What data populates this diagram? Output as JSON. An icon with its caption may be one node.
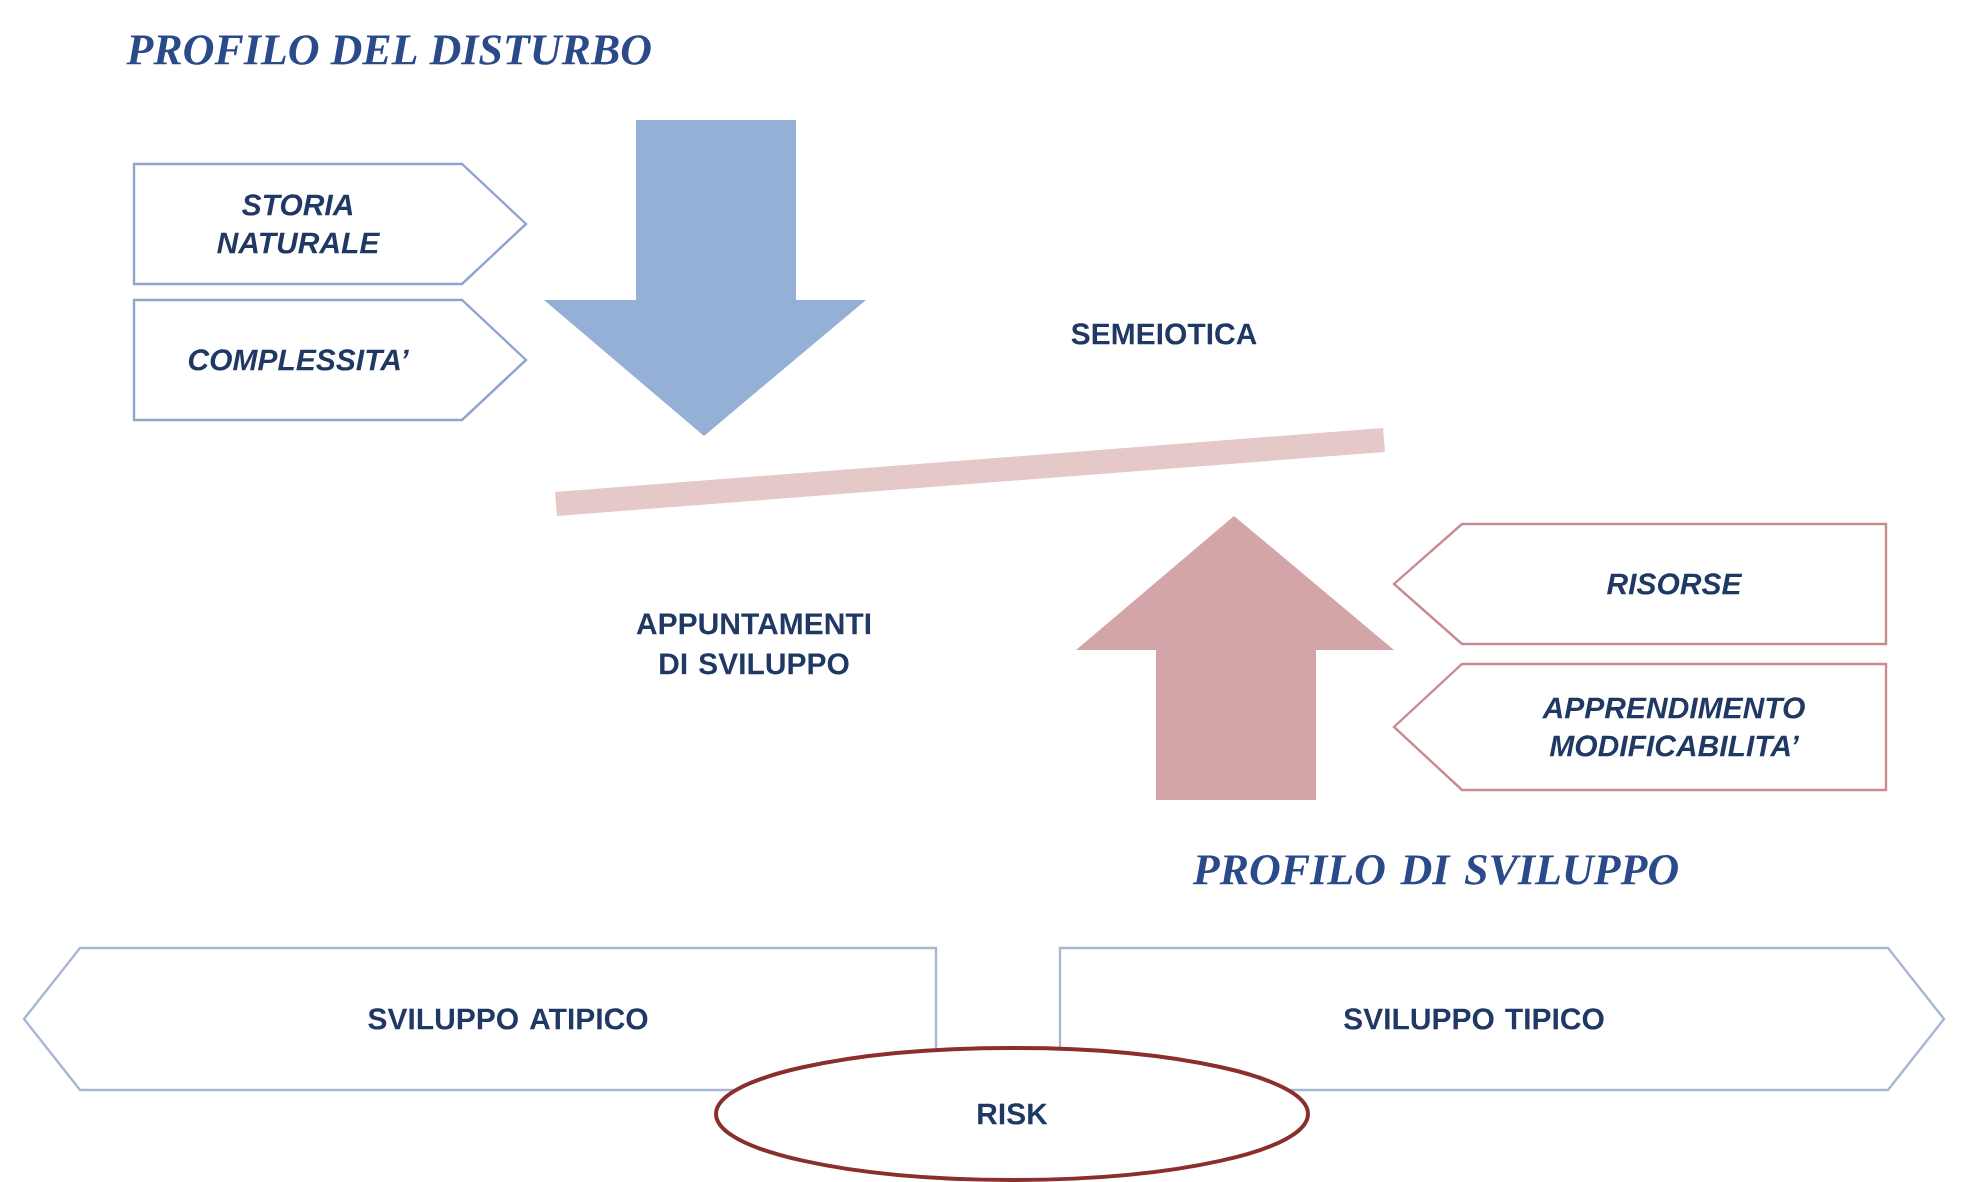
{
  "diagram": {
    "title": "PROFILO DEL DISTURBO",
    "nodes": [
      {
        "text": [
          "STORIA NATURALE"
        ]
      },
      {
        "text": [
          "COMPLESSITA’"
        ]
      },
      {
        "text": [
          "RISORSE"
        ]
      },
      {
        "text": [
          "APPRENDIMENTO MODIFICABILITA’"
        ]
      },
      {
        "text": [
          "SVILUPPO ATIPICO"
        ]
      },
      {
        "text": [
          "SVILUPPO TIPICO"
        ]
      },
      {
        "text": [
          "RISK"
        ]
      }
    ],
    "labels": [
      "SEMEIOTICA",
      "APPUNTAMENTI DI SVILUPPO",
      "PROFILO DI SVILUPPO"
    ]
  }
}
